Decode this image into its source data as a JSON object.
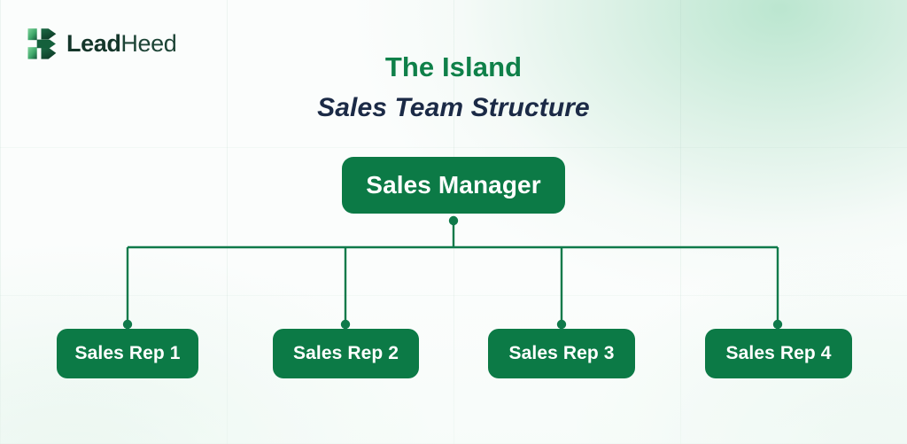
{
  "brand": {
    "logo_icon": "leadheed-arrow-logo",
    "wordmark_bold": "Lead",
    "wordmark_light": "Heed"
  },
  "header": {
    "title": "The Island",
    "subtitle": "Sales Team Structure"
  },
  "colors": {
    "node_fill": "#0c7a46",
    "node_text": "#ffffff",
    "connector": "#0f7a4a",
    "title_green": "#0f8049",
    "subtitle_navy": "#1b2a46",
    "background": "#fbfdfc",
    "background_tint": "#b0e2c8"
  },
  "chart_data": {
    "type": "diagram",
    "diagram_kind": "organizational-chart",
    "title": "The Island",
    "subtitle": "Sales Team Structure",
    "orientation": "top-down",
    "levels": 2,
    "nodes": [
      {
        "id": "manager",
        "label": "Sales Manager",
        "level": 0
      },
      {
        "id": "rep1",
        "label": "Sales Rep 1",
        "level": 1
      },
      {
        "id": "rep2",
        "label": "Sales Rep 2",
        "level": 1
      },
      {
        "id": "rep3",
        "label": "Sales Rep 3",
        "level": 1
      },
      {
        "id": "rep4",
        "label": "Sales Rep 4",
        "level": 1
      }
    ],
    "edges": [
      {
        "from": "manager",
        "to": "rep1"
      },
      {
        "from": "manager",
        "to": "rep2"
      },
      {
        "from": "manager",
        "to": "rep3"
      },
      {
        "from": "manager",
        "to": "rep4"
      }
    ]
  },
  "nodes": {
    "root": {
      "label": "Sales Manager"
    },
    "leaves": [
      {
        "label": "Sales Rep 1"
      },
      {
        "label": "Sales Rep 2"
      },
      {
        "label": "Sales Rep 3"
      },
      {
        "label": "Sales Rep 4"
      }
    ]
  }
}
